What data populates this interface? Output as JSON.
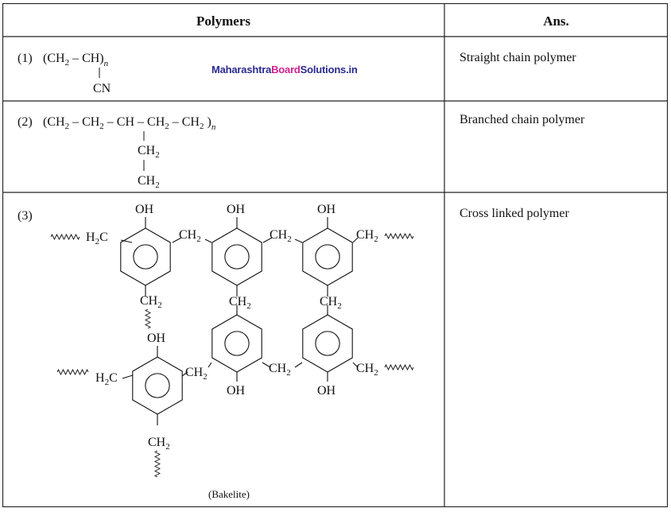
{
  "table": {
    "headers": [
      "Polymers",
      "Ans."
    ],
    "rows": [
      {
        "num": "(1)",
        "formula": {
          "left": "(CH",
          "left_sub": "2",
          "mid": " – CH)",
          "n": "n",
          "branch": "CN"
        },
        "answer": "Straight chain polymer"
      },
      {
        "num": "(2)",
        "formula": {
          "main_a": "(CH",
          "s1": "2",
          "main_b": " – CH",
          "s2": "2",
          "main_c": " – CH – CH",
          "s3": "2",
          "main_d": " – CH",
          "s4": "2",
          "main_e": " )",
          "n": "n",
          "branch1": "CH",
          "b1s": "2",
          "branch2": "CH",
          "b2s": "2"
        },
        "answer": "Branched chain polymer"
      },
      {
        "num": "(3)",
        "answer": "Cross linked polymer",
        "caption": "(Bakelite)"
      }
    ]
  },
  "structure_labels": {
    "oh": "OH",
    "ch2": "CH",
    "h2c": "H",
    "two": "2",
    "c": "C"
  },
  "watermark": {
    "part1": "Maharashtra",
    "part2": "Board",
    "part3": "Solutions.in"
  }
}
